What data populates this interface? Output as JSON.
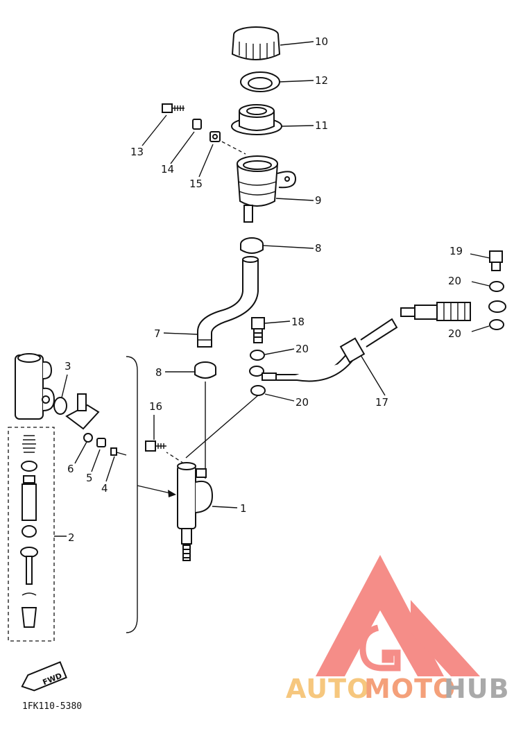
{
  "labels": {
    "p1": "1",
    "p2": "2",
    "p3": "3",
    "p4": "4",
    "p5": "5",
    "p6": "6",
    "p7": "7",
    "p8a": "8",
    "p8b": "8",
    "p9": "9",
    "p10": "10",
    "p11": "11",
    "p12": "12",
    "p13": "13",
    "p14": "14",
    "p15": "15",
    "p16": "16",
    "p17": "17",
    "p18": "18",
    "p19": "19",
    "p20a": "20",
    "p20b": "20",
    "p20c": "20",
    "p20d": "20"
  },
  "fwd_label": "FWD",
  "diagram_code": "1FK110-5380",
  "watermark": {
    "part1": "AUTO",
    "part2": "MOTO",
    "part3": "HUB",
    "color1": "#f6c77e",
    "color2": "#f4a07a",
    "color3": "#a9a9a9",
    "logo_color": "#f47a74"
  }
}
